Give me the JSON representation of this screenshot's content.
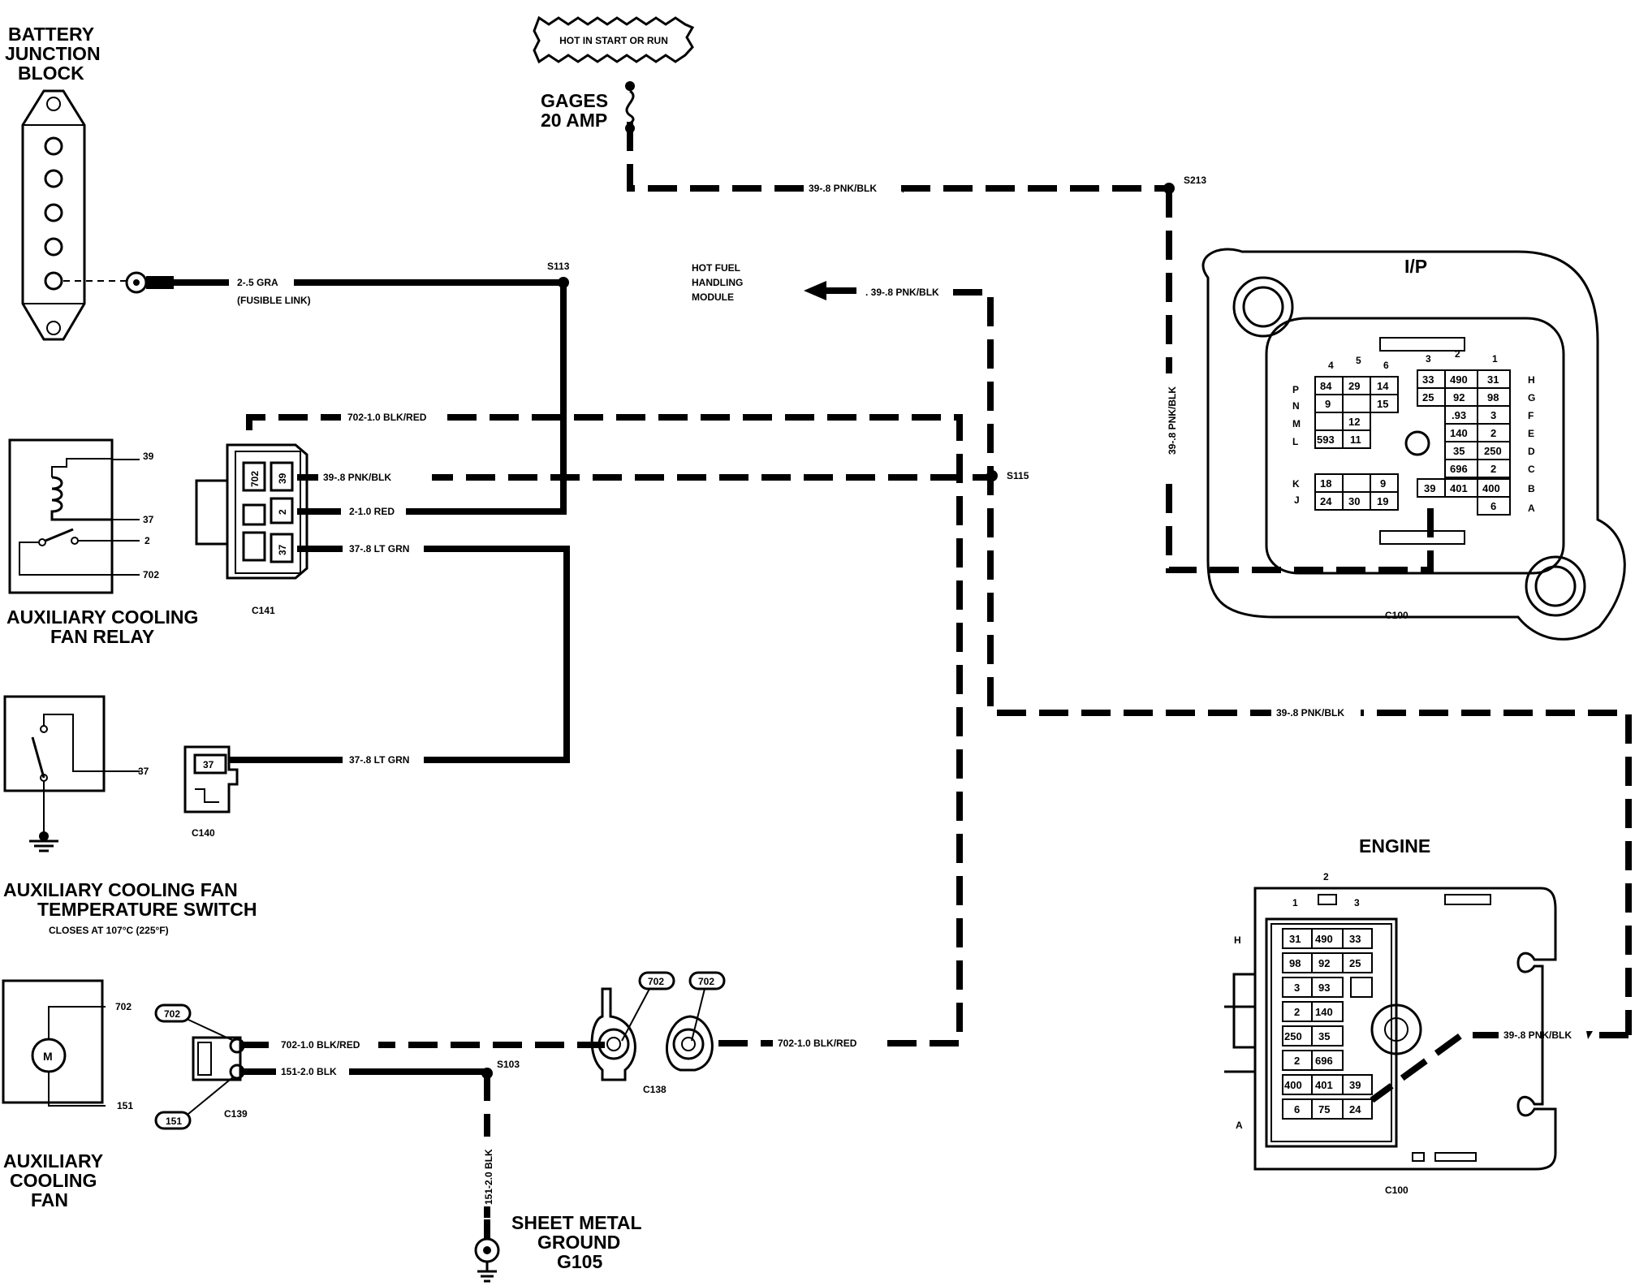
{
  "components": {
    "battery_block": [
      "BATTERY",
      "JUNCTION",
      "BLOCK"
    ],
    "hot_label": "HOT IN START OR RUN",
    "fuse": [
      "GAGES",
      "20 AMP"
    ],
    "relay": [
      "AUXILIARY COOLING",
      "FAN RELAY"
    ],
    "temp_switch": [
      "AUXILIARY COOLING FAN",
      "TEMPERATURE SWITCH"
    ],
    "temp_switch_note": "CLOSES AT 107°C (225°F)",
    "fan": [
      "AUXILIARY",
      "COOLING",
      "FAN"
    ],
    "fan_motor_symbol": "M",
    "ground": [
      "SHEET METAL",
      "GROUND",
      "G105"
    ],
    "hot_fuel": [
      "HOT FUEL",
      "HANDLING",
      "MODULE"
    ],
    "ip_title": "I/P",
    "engine_title": "ENGINE"
  },
  "wires": {
    "w39_fuse": "39-.8 PNK/BLK",
    "w39_vert": "39-.8 PNK/BLK",
    "w39_fuel": ". 39-.8 PNK/BLK",
    "w39_mid": "39-.8 PNK/BLK",
    "w39_engine": "39-.8 PNK/BLK",
    "w39_relay": "39-.8 PNK/BLK",
    "w2_gra": "2-.5 GRA",
    "fusible": "(FUSIBLE LINK)",
    "w702_top": "702-1.0 BLK/RED",
    "w2_red": "2-1.0 RED",
    "w37_top": "37-.8 LT GRN",
    "w37_bot": "37-.8 LT GRN",
    "w702_fan": "702-1.0 BLK/RED",
    "w702_right": "702-1.0 BLK/RED",
    "w151": "151-2.0 BLK",
    "w151_vert": "151-2.0 BLK"
  },
  "splices": {
    "s213": "S213",
    "s113": "S113",
    "s115": "S115",
    "s103": "S103"
  },
  "connectors": {
    "c141": "C141",
    "c140": "C140",
    "c139": "C139",
    "c138": "C138",
    "c100_ip": "C100",
    "c100_engine": "C100"
  },
  "relay_pins": [
    "39",
    "37",
    "2",
    "702"
  ],
  "c141_pins": [
    "702",
    "39",
    "2",
    "37"
  ],
  "switch_pin": "37",
  "c140_pin": "37",
  "fan_pins": [
    "702",
    "151"
  ],
  "c139_bubbles": [
    "702",
    "151"
  ],
  "c138_bubbles": [
    "702",
    "702"
  ],
  "ip_connector": {
    "top_cols": [
      "4",
      "5",
      "6",
      "3",
      "2",
      "1"
    ],
    "left_rows": [
      "P",
      "N",
      "M",
      "L",
      "K",
      "J"
    ],
    "right_rows": [
      "H",
      "G",
      "F",
      "E",
      "D",
      "C",
      "B",
      "A"
    ],
    "left_cells": [
      "84",
      "29",
      "14",
      "9",
      "15",
      "12",
      "593",
      "11",
      "18",
      "9",
      "24",
      "30",
      "19"
    ],
    "right_cells": [
      "33",
      "490",
      "31",
      "25",
      "92",
      "98",
      ".93",
      "3",
      "140",
      "2",
      "35",
      "250",
      "696",
      "2",
      "39",
      "401",
      "400",
      "6"
    ]
  },
  "engine_connector": {
    "top_cols": [
      "1",
      "2",
      "3"
    ],
    "side_rows": [
      "H",
      "A"
    ],
    "cells": [
      "31",
      "490",
      "33",
      "98",
      "92",
      "25",
      "3",
      "93",
      "2",
      "140",
      "250",
      "35",
      "2",
      "696",
      "400",
      "401",
      "39",
      "6",
      "75",
      "24"
    ]
  }
}
